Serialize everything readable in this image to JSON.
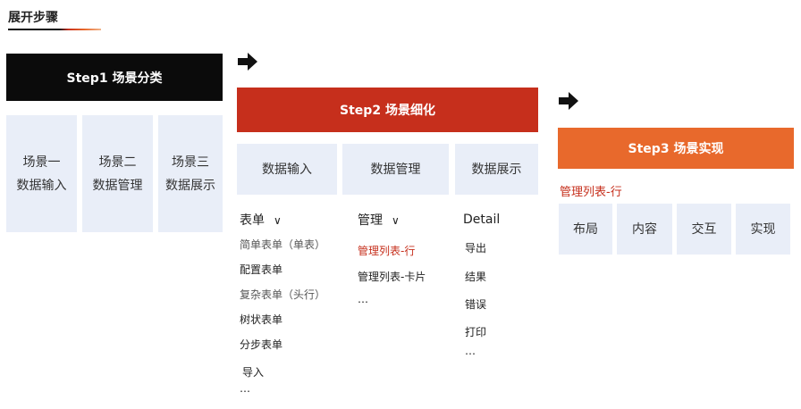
{
  "header": {
    "title": "展开步骤"
  },
  "step1": {
    "label": "Step1  场景分类",
    "cards": [
      {
        "line1": "场景一",
        "line2": "数据输入"
      },
      {
        "line1": "场景二",
        "line2": "数据管理"
      },
      {
        "line1": "场景三",
        "line2": "数据展示"
      }
    ]
  },
  "step2": {
    "label": "Step2  场景细化",
    "tabs": [
      "数据输入",
      "数据管理",
      "数据展示"
    ],
    "columns": [
      {
        "header": "表单",
        "chevron": "∨",
        "items": [
          "简单表单（单表）",
          "配置表单",
          "复杂表单（头行）",
          "树状表单",
          "分步表单",
          "导入",
          "…"
        ]
      },
      {
        "header": "管理",
        "chevron": "∨",
        "items": [
          "管理列表-行",
          "管理列表-卡片",
          "…"
        ]
      },
      {
        "header": "Detail",
        "chevron": "",
        "items": [
          "导出",
          "结果",
          "错误",
          "打印",
          "…"
        ]
      }
    ]
  },
  "step3": {
    "label": "Step3  场景实现",
    "sublabel": "管理列表-行",
    "cards": [
      "布局",
      "内容",
      "交互",
      "实现"
    ]
  },
  "colors": {
    "step1": "#0b0b0b",
    "step2": "#c62f1c",
    "step3": "#e8692c",
    "card": "#e9eef8",
    "active": "#c62f1c"
  }
}
